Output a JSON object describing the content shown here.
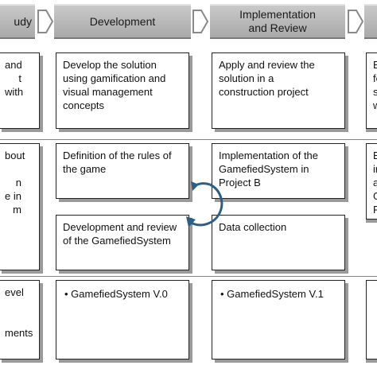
{
  "phases": [
    {
      "label": "udy"
    },
    {
      "label": "Development"
    },
    {
      "label": "Implementation\nand Review"
    }
  ],
  "rows": {
    "goals": {
      "col0": "and\nt\nwith",
      "col1": "Develop the solution\nusing gamification and\nvisual management\nconcepts",
      "col2": "Apply and review the\nsolution in a\nconstruction project",
      "col3": "E\nfc\ns\nw"
    },
    "activities": {
      "col0": "bout\n\nn\ne in\nm",
      "col1_top": "Definition of the rules of\nthe game",
      "col1_bottom": "Development and review\nof the GamefiedSystem",
      "col2_top": "Implementation of the\nGamefiedSystem in\nProject B",
      "col2_bottom": "Data collection",
      "col3": "E\nin\na\nG\nP"
    },
    "outputs": {
      "col0": "evel\n\n\nments",
      "col1": "•  GamefiedSystem V.0",
      "col2": "•  GamefiedSystem V.1"
    }
  },
  "colors": {
    "divider": "#5b8fb3",
    "cycle_arrow": "#2d5f86",
    "phase_fill": "#b9b9b9"
  },
  "icons": [
    "chevron-right-icon",
    "cycle-arrow-icon"
  ]
}
